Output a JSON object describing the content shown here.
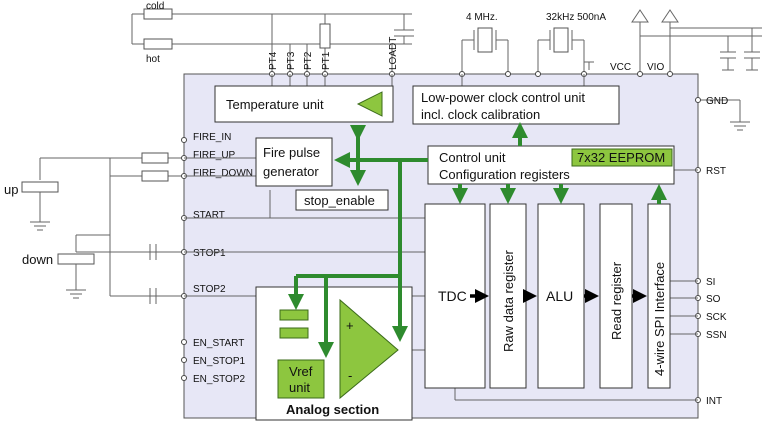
{
  "external": {
    "cold": "cold",
    "hot": "hot",
    "osc_4mhz": "4 MHz.",
    "osc_32khz": "32kHz 500nA",
    "up": "up",
    "down": "down"
  },
  "pins": {
    "pt4": "PT4",
    "pt3": "PT3",
    "pt2": "PT2",
    "pt1": "PT1",
    "loadt": "LOADT",
    "vcc": "VCC",
    "vio": "VIO",
    "gnd": "GND",
    "rst": "RST",
    "si": "SI",
    "so": "SO",
    "sck": "SCK",
    "ssn": "SSN",
    "int": "INT",
    "fire_in": "FIRE_IN",
    "fire_up": "FIRE_UP",
    "fire_down": "FIRE_DOWN",
    "start": "START",
    "stop1": "STOP1",
    "stop2": "STOP2",
    "en_start": "EN_START",
    "en_stop1": "EN_STOP1",
    "en_stop2": "EN_STOP2"
  },
  "blocks": {
    "temperature_unit": "Temperature unit",
    "clock_line1": "Low-power clock control unit",
    "clock_line2": "incl. clock calibration",
    "fire_line1": "Fire pulse",
    "fire_line2": "generator",
    "stop_enable": "stop_enable",
    "control_line1": "Control unit",
    "control_line2": "Configuration registers",
    "eeprom": "7x32 EEPROM",
    "tdc": "TDC",
    "raw_data": "Raw data register",
    "alu": "ALU",
    "read_register": "Read register",
    "spi": "4-wire SPI Interface",
    "vref_line1": "Vref",
    "vref_line2": "unit",
    "plus": "+",
    "minus": "-",
    "analog_section": "Analog section"
  },
  "colors": {
    "chip_fill": "#e7e7f6",
    "block_fill": "#ffffff",
    "green_fill": "#8dc63f",
    "green_line": "#2e8b2e",
    "arrow_black": "#000000"
  }
}
